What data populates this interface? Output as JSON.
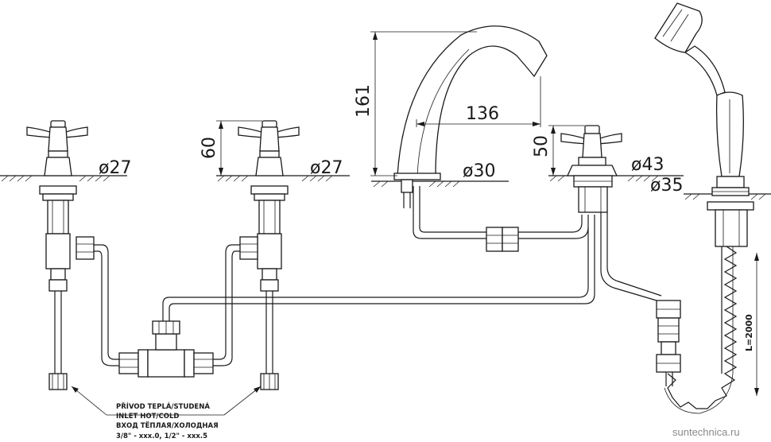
{
  "dimensions": {
    "valve_height": "60",
    "valve_diameter": "ø27",
    "spout_height": "161",
    "spout_reach": "136",
    "spout_diameter": "ø30",
    "mixer_height": "50",
    "mixer_diameter": "ø43",
    "shower_holder_diameter": "ø35",
    "hose_length": "L=2000"
  },
  "inlet_label": {
    "line1": "PŘÍVOD TEPLÁ/STUDENÁ",
    "line2": "INLET HOT/COLD",
    "line3": "ВХОД ТЁПЛАЯ/ХОЛОДНАЯ",
    "line4": "3/8\" - xxx.0, 1/2\" - xxx.5"
  },
  "watermark": "suntechnica.ru"
}
